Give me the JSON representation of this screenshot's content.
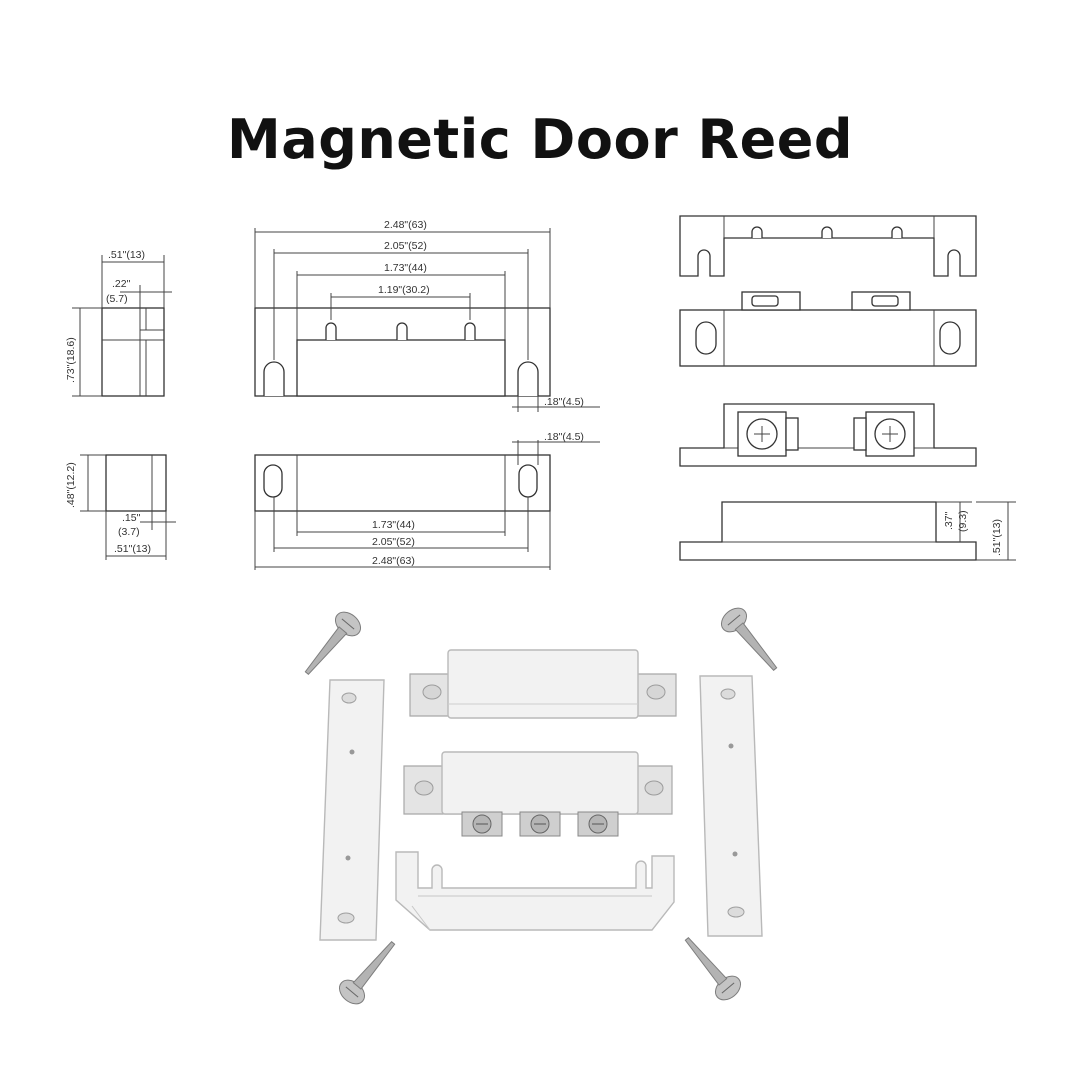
{
  "title": "Magnetic Door Reed",
  "dimensions": {
    "top_overall": "2.48\"(63)",
    "top_hole_span": "2.05\"(52)",
    "top_body": "1.73\"(44)",
    "top_terminal_span": "1.19\"(30.2)",
    "top_edge_offset": ".18\"(4.5)",
    "bottom_edge_offset": ".18\"(4.5)",
    "bottom_body": "1.73\"(44)",
    "bottom_hole_span": "2.05\"(52)",
    "bottom_overall": "2.48\"(63)",
    "side_top_width": ".51\"(13)",
    "side_top_inner": ".22\"",
    "side_top_inner_mm": "(5.7)",
    "side_top_height": ".73\"(18.6)",
    "side_bottom_height": ".48\"(12.2)",
    "side_bottom_inner": ".15\"",
    "side_bottom_inner_mm": "(3.7)",
    "side_bottom_width": ".51\"(13)",
    "right_body_height": ".37\"",
    "right_body_height_mm": "(9.3)",
    "right_total_height": ".51\"(13)"
  },
  "colors": {
    "line": "#333333",
    "plastic": "#f2f2f2",
    "screw": "#b5b5b5"
  }
}
